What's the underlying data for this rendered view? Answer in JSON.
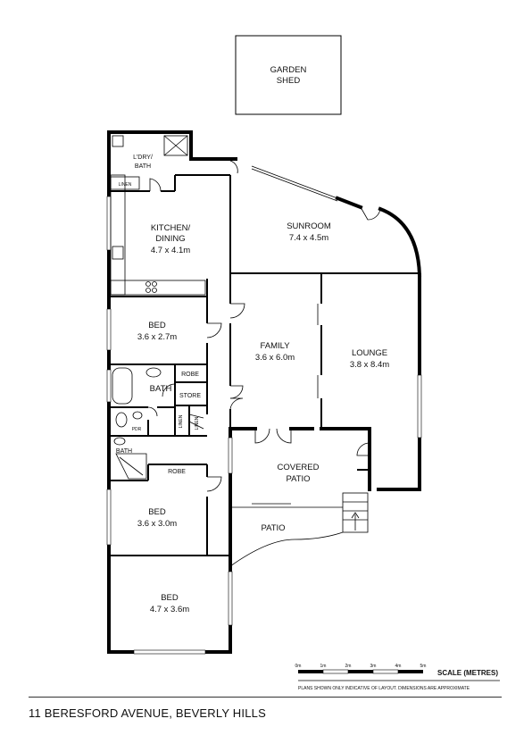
{
  "address": "11 BERESFORD AVENUE, BEVERLY HILLS",
  "rooms": {
    "garden_shed": [
      "GARDEN",
      "SHED"
    ],
    "ldry_bath": [
      "L'DRY/",
      "BATH"
    ],
    "linen": "LINEN",
    "kitchen": [
      "KITCHEN/",
      "DINING",
      "4.7 x 4.1m"
    ],
    "sunroom": [
      "SUNROOM",
      "7.4 x 4.5m"
    ],
    "bed1": [
      "BED",
      "3.6 x 2.7m"
    ],
    "family": [
      "FAMILY",
      "3.6 x 6.0m"
    ],
    "lounge": [
      "LOUNGE",
      "3.8 x 8.4m"
    ],
    "robe1": "ROBE",
    "bath": "BATH",
    "store": "STORE",
    "linen2": "LINEN",
    "linen3": "LINEN",
    "pdr": "PDR",
    "bath2": "BATH",
    "robe2": "ROBE",
    "covered_patio": [
      "COVERED",
      "PATIO"
    ],
    "bed2": [
      "BED",
      "3.6 x 3.0m"
    ],
    "patio": "PATIO",
    "bed3": [
      "BED",
      "4.7 x 3.6m"
    ]
  },
  "scale": {
    "title": "SCALE (METRES)",
    "ticks": [
      "0m",
      "1m",
      "2m",
      "3m",
      "4m",
      "5m"
    ],
    "disclaimer": "PLANS SHOWN ONLY INDICATIVE OF LAYOUT. DIMENSIONS ARE APPROXIMATE"
  }
}
